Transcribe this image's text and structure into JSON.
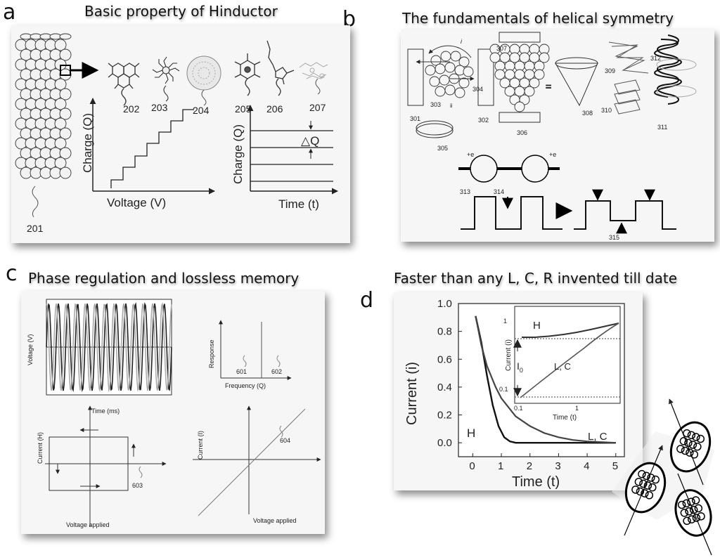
{
  "panel_a": {
    "letter": "a",
    "title": "Basic property of Hinductor",
    "labels": {
      "l201": "201",
      "l202": "202",
      "l203": "203",
      "l204": "204",
      "l205": "205",
      "l206": "206",
      "l207": "207"
    },
    "plot1": {
      "ylabel": "Charge (Q)",
      "xlabel": "Voltage (V)"
    },
    "plot2": {
      "ylabel": "Charge (Q)",
      "xlabel": "Time (t)",
      "delta": "△Q"
    }
  },
  "panel_b": {
    "letter": "b",
    "title": "The fundamentals of helical symmetry",
    "labels": {
      "l301": "301",
      "l302": "302",
      "l303": "303",
      "l304": "304",
      "l305": "305",
      "l306": "306",
      "l307": "307",
      "l308": "308",
      "l309": "309",
      "l310": "310",
      "l311": "311",
      "l312": "312",
      "l313": "313",
      "l314": "314",
      "l315": "315"
    },
    "charge": "+e",
    "ii": "ii",
    "i": "i",
    "eq": "="
  },
  "panel_c": {
    "letter": "c",
    "title": "Phase regulation and lossless memory",
    "wave": {
      "ylabel": "Voltage (V)",
      "xlabel": "Time (ms)"
    },
    "response": {
      "ylabel": "Response",
      "xlabel": "Frequency (Q)",
      "l601": "601",
      "l602": "602"
    },
    "hyst": {
      "ylabel": "Current (H)",
      "xlabel": "Voltage applied",
      "l603": "603"
    },
    "linear": {
      "ylabel": "Current (I)",
      "xlabel": "Voltage applied",
      "l604": "604"
    }
  },
  "panel_d": {
    "letter": "d",
    "title": "Faster than any L, C, R invented till date",
    "h_label": "H",
    "lc_label": "L, C",
    "inset_h": "H",
    "inset_lc": "L, C",
    "inset_i0": "I",
    "inset_i0_sub": "0",
    "inset_ylabel": "Current (i)",
    "inset_xlabel": "Time (t)",
    "inset_yticks": [
      "1",
      "0.1"
    ],
    "inset_xticks": [
      "0.1",
      "1"
    ]
  },
  "chart_data": {
    "type": "line",
    "xlabel": "Time (t)",
    "ylabel": "Current (i)",
    "xlim": [
      -0.5,
      5.3
    ],
    "ylim": [
      -0.1,
      1.0
    ],
    "xticks": [
      0,
      1,
      2,
      3,
      4,
      5
    ],
    "yticks": [
      0.0,
      0.2,
      0.4,
      0.6,
      0.8,
      1.0
    ],
    "series": [
      {
        "name": "H",
        "x": [
          0.1,
          0.3,
          0.5,
          0.7,
          0.9,
          1.1,
          1.3,
          1.5,
          2.0,
          3.0,
          4.0,
          5.0
        ],
        "values": [
          0.91,
          0.72,
          0.48,
          0.27,
          0.12,
          0.04,
          0.01,
          0.0,
          0.0,
          0.0,
          0.0,
          0.0
        ]
      },
      {
        "name": "L, C",
        "x": [
          0.1,
          0.3,
          0.5,
          0.8,
          1.0,
          1.5,
          2.0,
          2.5,
          3.0,
          3.5,
          4.0,
          4.5,
          5.0
        ],
        "values": [
          0.91,
          0.7,
          0.55,
          0.4,
          0.32,
          0.19,
          0.12,
          0.07,
          0.04,
          0.02,
          0.01,
          0.005,
          0.0
        ]
      }
    ]
  }
}
